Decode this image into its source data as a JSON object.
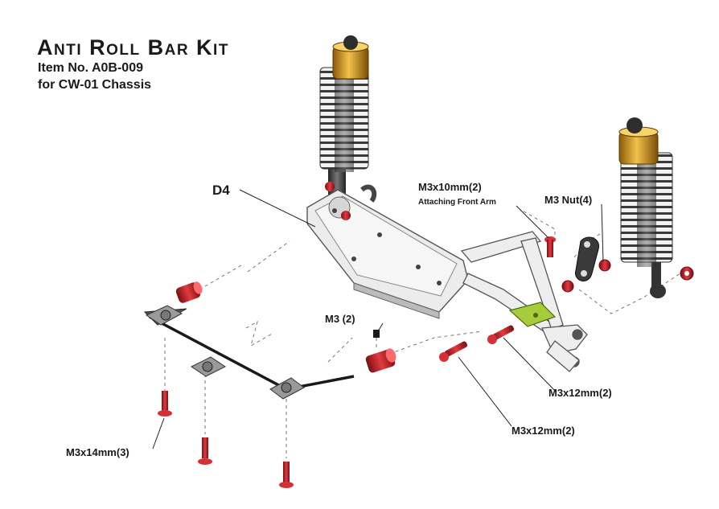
{
  "header": {
    "title": "Anti Roll Bar Kit",
    "item_no": "Item No. A0B-009",
    "chassis": "for CW-01 Chassis"
  },
  "callouts": {
    "d4": "D4",
    "m3x10": "M3x10mm(2)",
    "attaching": "Attaching Front Arm",
    "m3nut": "M3 Nut(4)",
    "m3": "M3 (2)",
    "m3x12_a": "M3x12mm(2)",
    "m3x12_b": "M3x12mm(2)",
    "m3x14": "M3x14mm(3)"
  },
  "colors": {
    "screw": "#c8242a",
    "shock_cap": "#d89a1c",
    "bracket_green": "#a6cc3c",
    "outline": "#2a2a2a"
  }
}
